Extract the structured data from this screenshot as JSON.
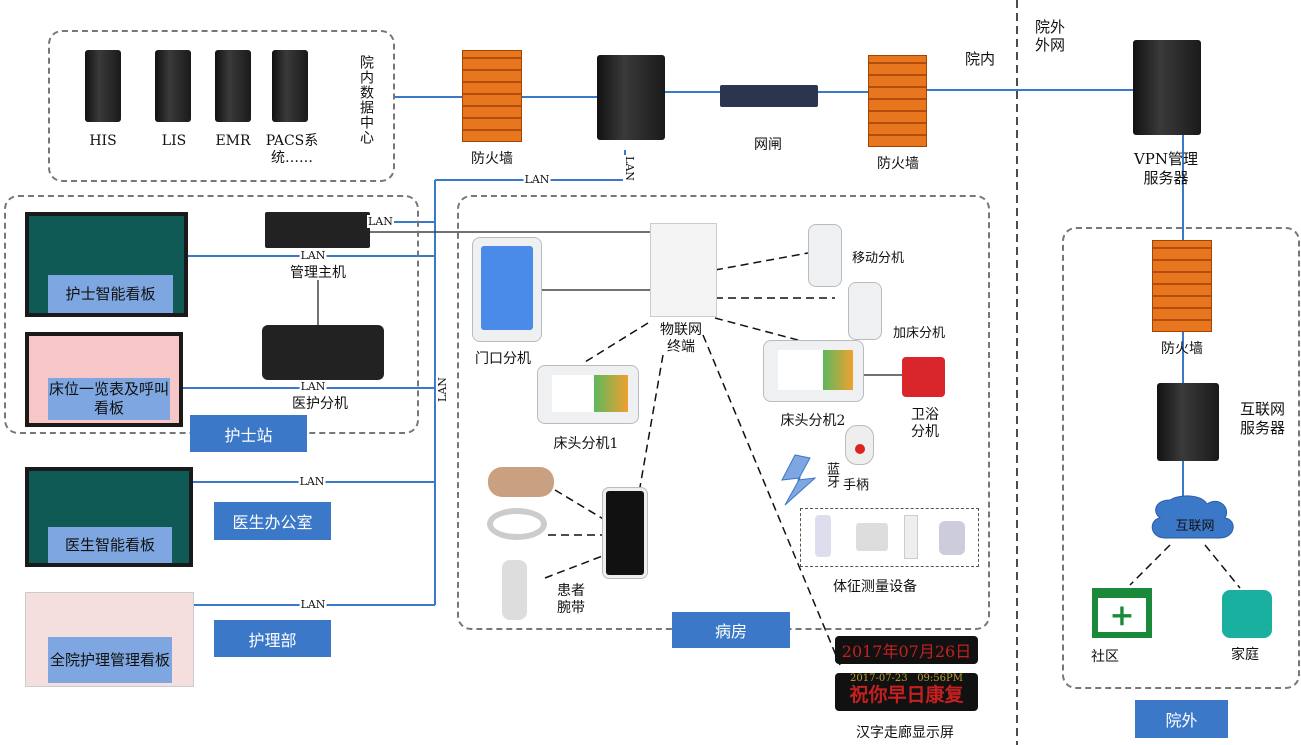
{
  "data_center": {
    "servers": [
      "HIS",
      "LIS",
      "EMR",
      "PACS系\n统……"
    ],
    "title": "院内数据中心"
  },
  "firewalls": {
    "fw1": "防火墙",
    "fw2": "防火墙",
    "fw3": "防火墙"
  },
  "gateway": "网闸",
  "zones": {
    "inside": "院内",
    "outside_net": "院外\n外网",
    "outside": "院外"
  },
  "vpn": "VPN管理\n服务器",
  "internet_server": "互联网\n服务器",
  "cloud": "互联网",
  "community": "社区",
  "home": "家庭",
  "lan": "LAN",
  "nurse_station": {
    "label": "护士站",
    "board": "护士智能看板",
    "bed_board": "床位一览表及呼叫看板",
    "host": "管理主机",
    "phone": "医护分机"
  },
  "doctor_office": {
    "label": "医生办公室",
    "board": "医生智能看板"
  },
  "nursing_dept": {
    "label": "护理部",
    "board": "全院护理管理看板"
  },
  "ward": {
    "label": "病房",
    "terminal": "物联网\n终端",
    "door": "门口分机",
    "bed1": "床头分机1",
    "bed2": "床头分机2",
    "mobile": "移动分机",
    "extra": "加床分机",
    "bath": "卫浴\n分机",
    "handle": "手柄",
    "bluetooth": "蓝牙",
    "vitals": "体征测量设备",
    "wristband": "患者\n腕带"
  },
  "led": {
    "line1": "2017年07月26日",
    "line2_time": "2017-07-23   09:56PM",
    "line2_msg": "祝你早日康复",
    "label": "汉字走廊显示屏"
  },
  "colors": {
    "link": "#3b78c8",
    "label_bg": "#3b78c8",
    "overlay": "#7ea6e0",
    "firewall": "#e8761e"
  }
}
